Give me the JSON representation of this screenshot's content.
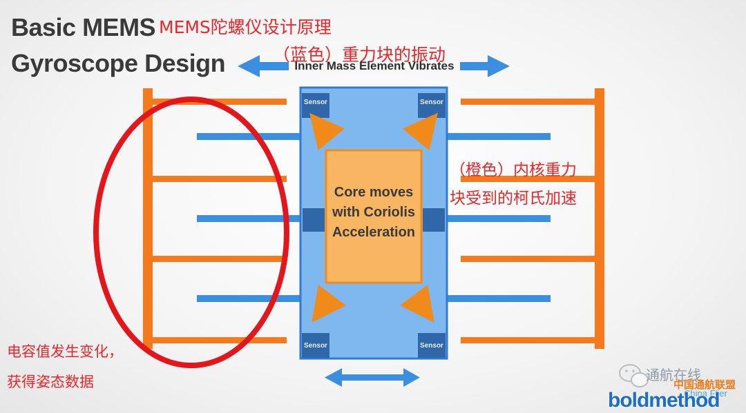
{
  "title": {
    "line1": "Basic MEMS",
    "line2": "Gyroscope Design"
  },
  "annotations": {
    "title_cn": "MEMS陀螺仪设计原理",
    "blue_cn": "（蓝色）重力块的振动",
    "orange_cn_line1": "（橙色）内核重力",
    "orange_cn_line2": "块受到的柯氏加速",
    "capacitance_cn_line1": "电容值发生变化，",
    "capacitance_cn_line2": "获得姿态数据"
  },
  "labels": {
    "inner_mass": "Inner Mass Element Vibrates",
    "core_line1": "Core moves",
    "core_line2": "with Coriolis",
    "core_line3": "Acceleration",
    "sensor": "Sensor"
  },
  "watermark": {
    "cn": "通航在线",
    "cn2": "中国通航联盟",
    "en": "China Flier",
    "logo": "boldmethod"
  },
  "colors": {
    "orange": "#f47a1c",
    "blue_arrow": "#3a8fe0",
    "frame_fill": "#7fb8ee",
    "frame_stroke": "#2f7ad6",
    "core_fill": "#f8b562",
    "core_stroke": "#f08a1a",
    "sensor_fill": "#2f67a8",
    "circle": "#e2161b",
    "title": "#3a3a3a",
    "annotation": "#e8272a"
  },
  "icons": [
    "wechat-icon"
  ]
}
